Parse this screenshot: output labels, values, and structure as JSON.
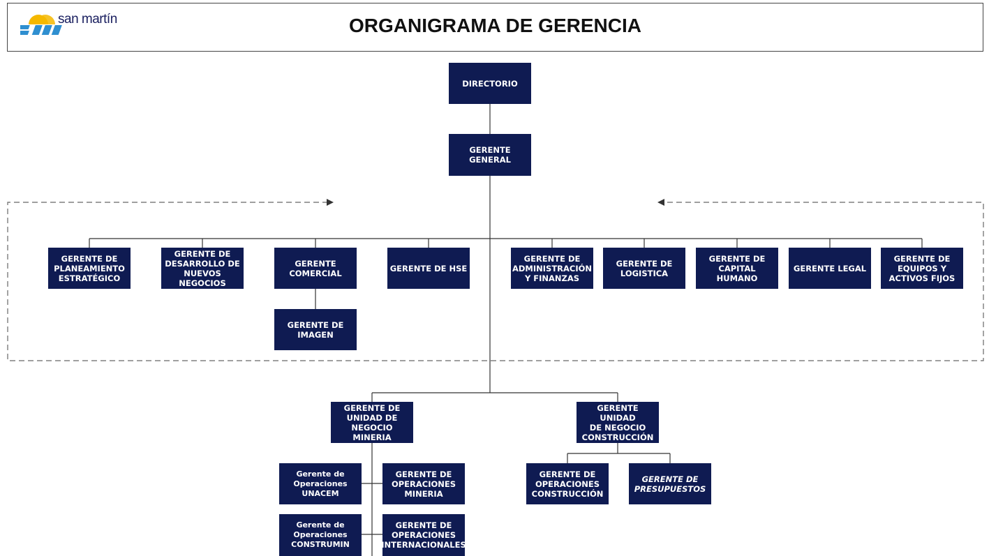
{
  "header": {
    "title": "ORGANIGRAMA DE GERENCIA",
    "logo_text": "san martín",
    "logo_colors": {
      "blue": "#2f8fd0",
      "sun": "#f5b800",
      "text": "#1b2060"
    }
  },
  "colors": {
    "box": "#0f1b52",
    "line": "#333333",
    "dashed": "#555555"
  },
  "nodes": {
    "directorio": "DIRECTORIO",
    "gerente_general": "GERENTE GENERAL",
    "planeamiento": "GERENTE DE\nPLANEAMIENTO\nESTRATÉGICO",
    "desarrollo": "GERENTE DE\nDESARROLLO DE\nNUEVOS NEGOCIOS",
    "comercial": "GERENTE\nCOMERCIAL",
    "hse": "GERENTE DE HSE",
    "administracion": "GERENTE DE\nADMINISTRACIÓN\nY FINANZAS",
    "logistica": "GERENTE DE\nLOGISTICA",
    "capital_humano": "GERENTE DE\nCAPITAL HUMANO",
    "legal": "GERENTE LEGAL",
    "equipos": "GERENTE DE\nEQUIPOS Y\nACTIVOS FIJOS",
    "imagen": "GERENTE DE\nIMAGEN",
    "un_mineria": "GERENTE DE\nUNIDAD DE\nNEGOCIO MINERIA",
    "un_construccion": "GERENTE UNIDAD\nDE NEGOCIO\nCONSTRUCCIÓN",
    "ops_unacem": "Gerente de\nOperaciones\nUNACEM",
    "ops_mineria": "GERENTE DE\nOPERACIONES\nMINERIA",
    "ops_construmin": "Gerente de\nOperaciones\nCONSTRUMIN",
    "ops_internacionales": "GERENTE DE\nOPERACIONES\nINTERNACIONALES",
    "ops_construccion": "GERENTE DE\nOPERACIONES\nCONSTRUCCIÓN",
    "presupuestos": "GERENTE DE\nPRESUPUESTOS"
  }
}
